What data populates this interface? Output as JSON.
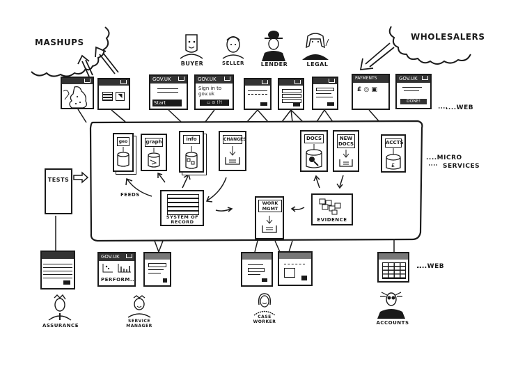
{
  "diagram": {
    "clouds": {
      "mashups": "MASHUPS",
      "wholesalers": "WHOLESALERS"
    },
    "top_users": [
      {
        "label": "BUYER"
      },
      {
        "label": "SELLER"
      },
      {
        "label": "LENDER"
      },
      {
        "label": "LEGAL"
      }
    ],
    "top_screens": [
      {
        "id": "map",
        "title": ""
      },
      {
        "id": "feed",
        "title": ""
      },
      {
        "id": "start",
        "title": "GOV.UK",
        "button": "Start"
      },
      {
        "id": "signin",
        "title": "GOV.UK",
        "body": "Sign in to gov.uk",
        "footer": "▭ ⊙ !?!"
      },
      {
        "id": "form1",
        "title": ""
      },
      {
        "id": "form2",
        "title": ""
      },
      {
        "id": "form3",
        "title": ""
      },
      {
        "id": "payments",
        "title": "PAYMENTS",
        "icons": "£ ◎ ▣"
      },
      {
        "id": "done",
        "title": "GOV.UK",
        "button": "DONE!"
      }
    ],
    "web_labels": [
      "....WEB",
      "....WEB"
    ],
    "microservices_label": [
      "....MICRO",
      "SERVICES"
    ],
    "tests_label": "TESTS",
    "services": [
      {
        "label": "geo"
      },
      {
        "label": "graph"
      },
      {
        "label": "info"
      },
      {
        "label": "CHANGES"
      },
      {
        "label": "DOCS"
      },
      {
        "label": "NEW DOCS"
      },
      {
        "label": "ACCTS"
      }
    ],
    "feeds_label": "FEEDS",
    "system_of_record": "SYSTEM OF RECORD",
    "work_mgmt": "WORK MGMT",
    "evidence": "EVIDENCE",
    "bottom_screens": [
      {
        "id": "assurance-screen",
        "title": ""
      },
      {
        "id": "performance",
        "title": "GOV.UK",
        "body": "PERFORM..."
      },
      {
        "id": "mgr-screen",
        "title": ""
      },
      {
        "id": "case1",
        "title": ""
      },
      {
        "id": "case2",
        "title": ""
      },
      {
        "id": "accounts-screen",
        "title": ""
      }
    ],
    "bottom_users": [
      {
        "label": "ASSURANCE"
      },
      {
        "label": "SERVICE MANAGER"
      },
      {
        "label": "CASE WORKER"
      },
      {
        "label": "ACCOUNTS"
      }
    ]
  }
}
